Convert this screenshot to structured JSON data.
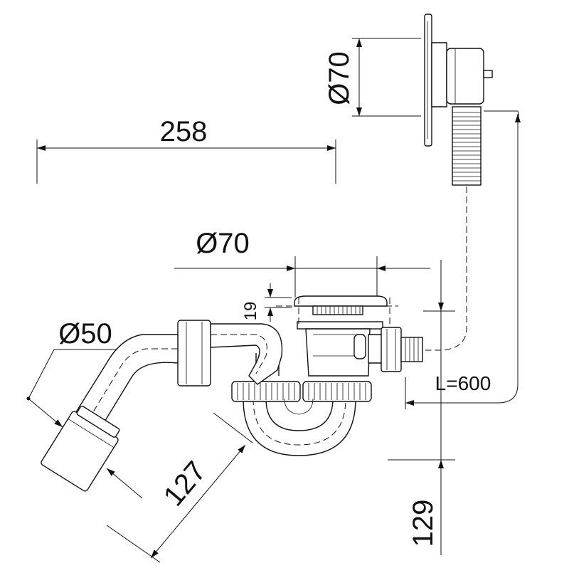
{
  "dimensions": {
    "overall_length": "258",
    "rosette_diameter": "Ø70",
    "plug_diameter": "Ø70",
    "outlet_diameter": "Ø50",
    "outlet_offset": "127",
    "plug_height": "19",
    "hose_length": "L=600",
    "trap_height": "129"
  },
  "colors": {
    "line": "#111111",
    "background": "#ffffff"
  }
}
